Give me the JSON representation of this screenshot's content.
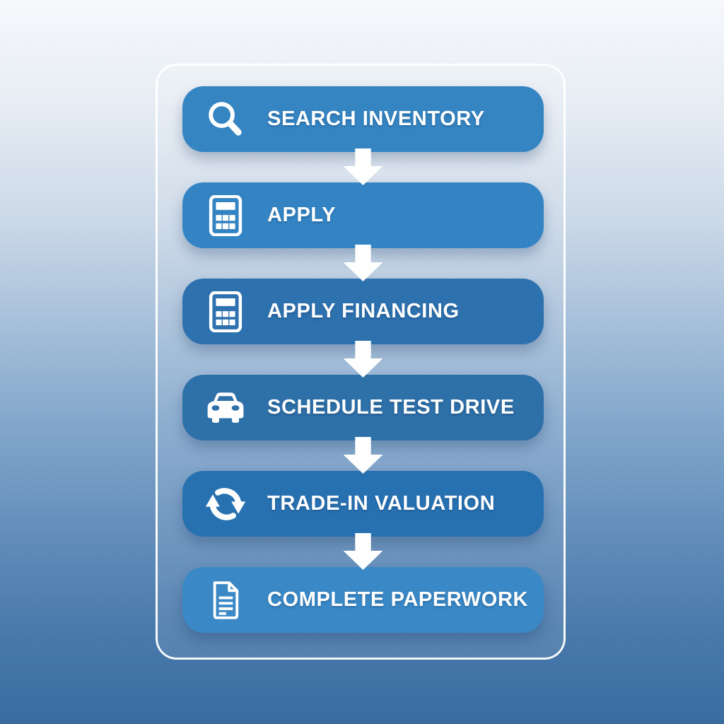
{
  "flow": {
    "steps": [
      {
        "label": "SEARCH INVENTORY",
        "icon": "search-icon",
        "color": "#3585c2"
      },
      {
        "label": "APPLY",
        "icon": "calculator-icon",
        "color": "#3484c3"
      },
      {
        "label": "APPLY FINANCING",
        "icon": "calculator-icon",
        "color": "#2d71ae"
      },
      {
        "label": "SCHEDULE TEST DRIVE",
        "icon": "car-icon",
        "color": "#2e70a8"
      },
      {
        "label": "TRADE-IN VALUATION",
        "icon": "sync-icon",
        "color": "#2871b1"
      },
      {
        "label": "COMPLETE PAPERWORK",
        "icon": "document-icon",
        "color": "#3a89c6"
      }
    ],
    "connector_icon": "arrow-down-icon",
    "colors": {
      "step_text": "#ffffff",
      "icon": "#ffffff",
      "panel_border": "#ffffff",
      "background_top": "#f6f8fb",
      "background_bottom": "#3a6ca2"
    }
  }
}
